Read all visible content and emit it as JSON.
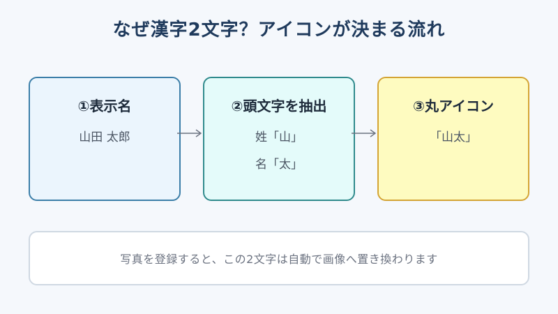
{
  "title": "なぜ漢字2文字？アイコンが決まる流れ",
  "steps": [
    {
      "heading": "①表示名",
      "lines": [
        "山田 太郎"
      ]
    },
    {
      "heading": "②頭文字を抽出",
      "lines": [
        "姓「山」",
        "名「太」"
      ]
    },
    {
      "heading": "③丸アイコン",
      "lines": [
        "「山太」"
      ]
    }
  ],
  "note": "写真を登録すると、この2文字は自動で画像へ置き換わります",
  "colors": {
    "title": "#1f3a5c",
    "step1_fill": "#ebf5fd",
    "step1_border": "#3b7ea8",
    "step2_fill": "#e4fbfa",
    "step2_border": "#2f8a8c",
    "step3_fill": "#fefbc0",
    "step3_border": "#d4a434",
    "arrow": "#6b7280"
  },
  "icons": [
    "arrow-right-icon",
    "arrow-right-icon"
  ]
}
